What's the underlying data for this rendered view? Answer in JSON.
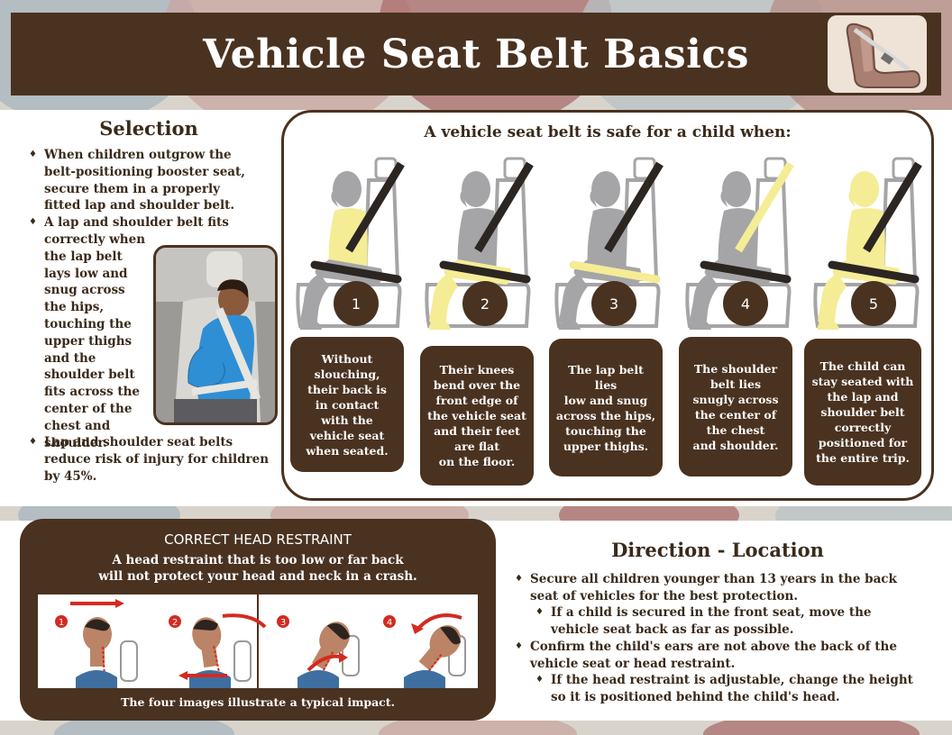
{
  "header": {
    "title": "Vehicle Seat Belt Basics",
    "icon": "car-seat-icon"
  },
  "selection": {
    "heading": "Selection",
    "bullet1": "When children outgrow the belt-positioning booster seat, secure them in a properly fitted lap and shoulder belt.",
    "bullet2_first": "A lap and shoulder belt fits",
    "bullet2_rest": "correctly when the lap belt lays low and snug across the hips, touching the upper thighs and the shoulder belt fits across the center of the chest and shoulder.",
    "bullet3": "Lap and shoulder seat belts reduce risk of injury for children by 45%."
  },
  "safe": {
    "heading": "A vehicle seat belt is safe for a child when:",
    "steps": [
      {
        "num": "1",
        "lines": [
          "Without",
          "slouching,",
          "their back is",
          "in contact",
          "with the",
          "vehicle seat",
          "when seated."
        ]
      },
      {
        "num": "2",
        "lines": [
          "Their knees",
          "bend over the",
          "front edge of",
          "the vehicle seat",
          "and their feet",
          "are flat",
          "on the floor."
        ]
      },
      {
        "num": "3",
        "lines": [
          "The lap belt",
          "lies",
          "low and snug",
          "across the hips,",
          "touching the",
          "upper thighs."
        ]
      },
      {
        "num": "4",
        "lines": [
          "The shoulder",
          "belt lies",
          "snugly across",
          "the center of",
          "the chest",
          "and shoulder."
        ]
      },
      {
        "num": "5",
        "lines": [
          "The child can",
          "stay seated with",
          "the lap and",
          "shoulder belt",
          "correctly",
          "positioned for",
          "the entire trip."
        ]
      }
    ]
  },
  "head_restraint": {
    "title": "CORRECT HEAD RESTRAINT",
    "subtitle_line1": "A head restraint  that is too low or far back",
    "subtitle_line2": "will not protect your head and neck in a crash.",
    "frames": [
      "1",
      "2",
      "3",
      "4"
    ],
    "caption": "The four images illustrate a typical impact."
  },
  "direction": {
    "heading": "Direction - Location",
    "bullet1": "Secure all children younger than 13 years in the back seat of vehicles for the best protection.",
    "bullet1_sub": "If a child is secured in the front seat, move the vehicle seat back as far as possible.",
    "bullet2": "Confirm the child's ears are not above the back of the vehicle seat or head restraint.",
    "bullet2_sub": "If the head restraint is adjustable, change the height so it is positioned behind the child's head."
  },
  "colors": {
    "brown": "#4a3220",
    "yellow": "#f5ec96",
    "gray": "#a5a5a7",
    "belt": "#2b2622"
  }
}
